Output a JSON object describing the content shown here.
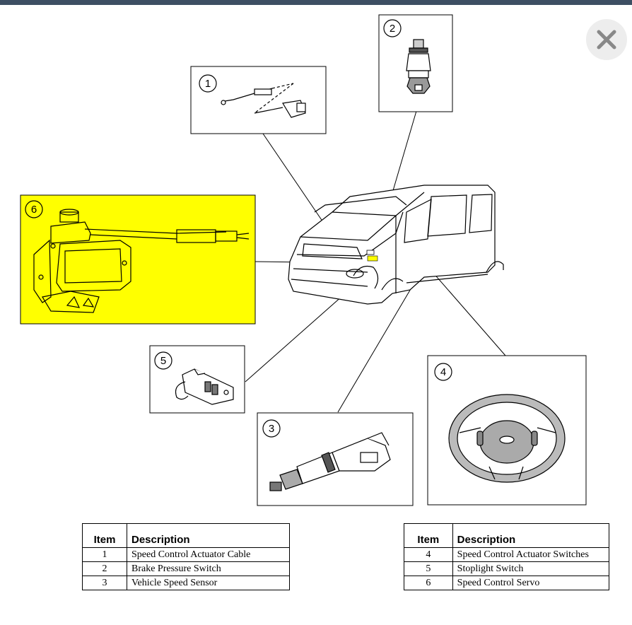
{
  "callouts": [
    "1",
    "2",
    "3",
    "4",
    "5",
    "6"
  ],
  "highlight_color": "#ffff00",
  "close_icon": "close-icon",
  "legend_left": {
    "headers": [
      "Item",
      "Description"
    ],
    "rows": [
      {
        "item": "1",
        "description": "Speed Control Actuator Cable"
      },
      {
        "item": "2",
        "description": "Brake Pressure Switch"
      },
      {
        "item": "3",
        "description": "Vehicle Speed Sensor"
      }
    ]
  },
  "legend_right": {
    "headers": [
      "Item",
      "Description"
    ],
    "rows": [
      {
        "item": "4",
        "description": "Speed Control Actuator Switches"
      },
      {
        "item": "5",
        "description": "Stoplight Switch"
      },
      {
        "item": "6",
        "description": "Speed Control Servo"
      }
    ]
  }
}
